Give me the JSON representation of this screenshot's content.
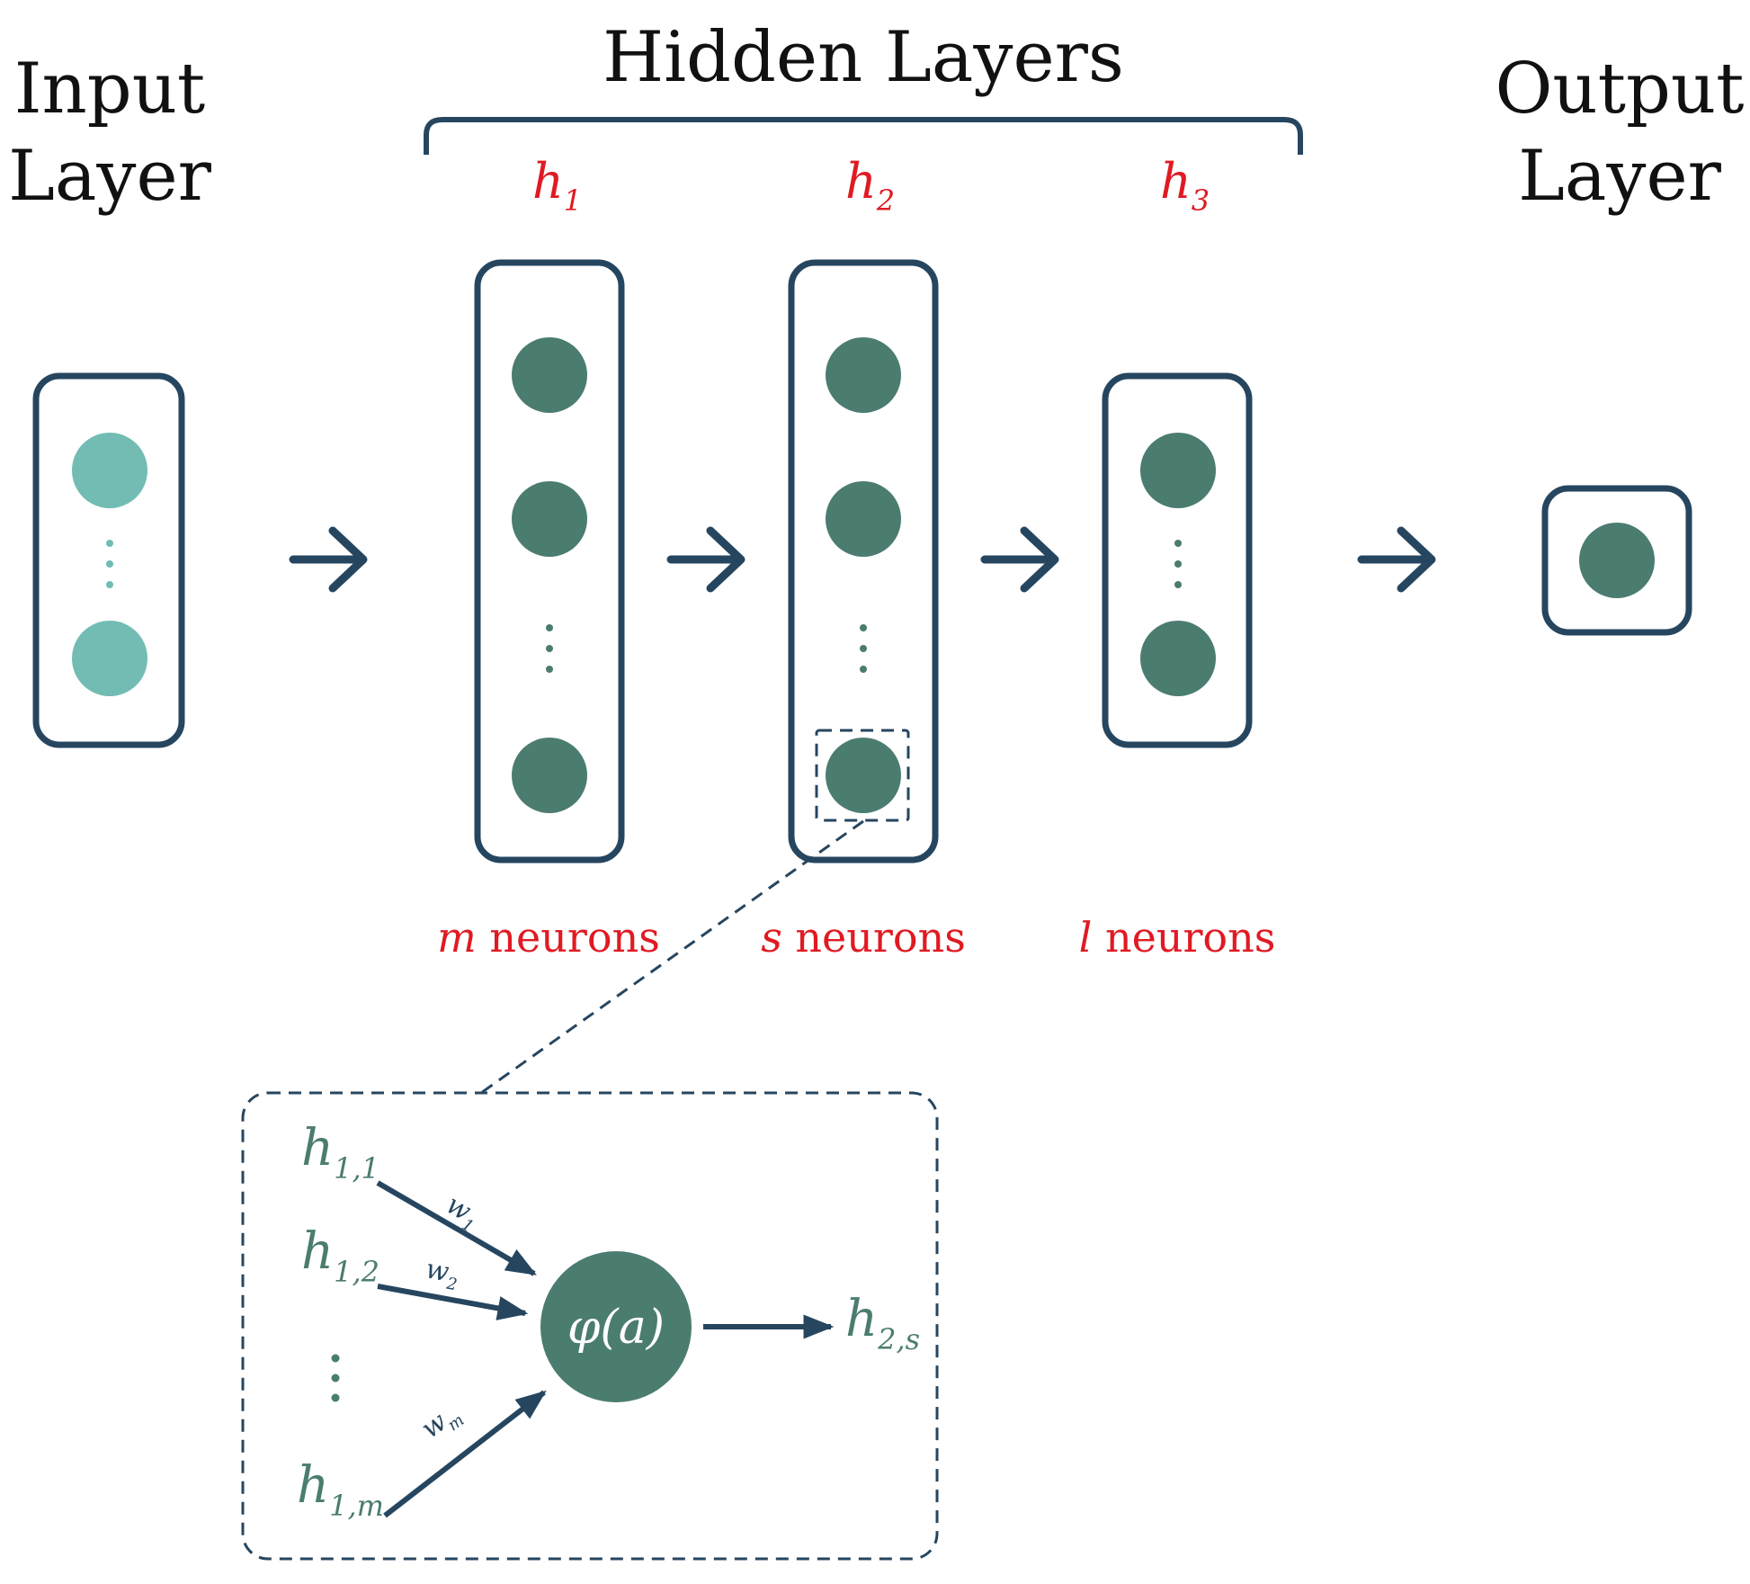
{
  "colors": {
    "navy": "#264660",
    "dark_teal": "#4b7c70",
    "light_teal": "#72bcb3",
    "red": "#e01a23"
  },
  "input_layer": {
    "line1": "Input",
    "line2": "Layer"
  },
  "output_layer": {
    "line1": "Output",
    "line2": "Layer"
  },
  "hidden_layers": {
    "title": "Hidden Layers",
    "layers": [
      {
        "name": "h",
        "sub": "1",
        "count_var": "m",
        "count_label": " neurons"
      },
      {
        "name": "h",
        "sub": "2",
        "count_var": "s",
        "count_label": " neurons"
      },
      {
        "name": "h",
        "sub": "3",
        "count_var": "l",
        "count_label": " neurons"
      }
    ]
  },
  "detail": {
    "inputs": [
      {
        "name": "h",
        "sub": "1,1"
      },
      {
        "name": "h",
        "sub": "1,2"
      },
      {
        "name": "h",
        "sub": "1,m"
      }
    ],
    "weights": [
      {
        "name": "w",
        "sub": "1"
      },
      {
        "name": "w",
        "sub": "2"
      },
      {
        "name": "w",
        "sub": "m"
      }
    ],
    "activation": "φ(a)",
    "output": {
      "name": "h",
      "sub": "2,s"
    }
  }
}
